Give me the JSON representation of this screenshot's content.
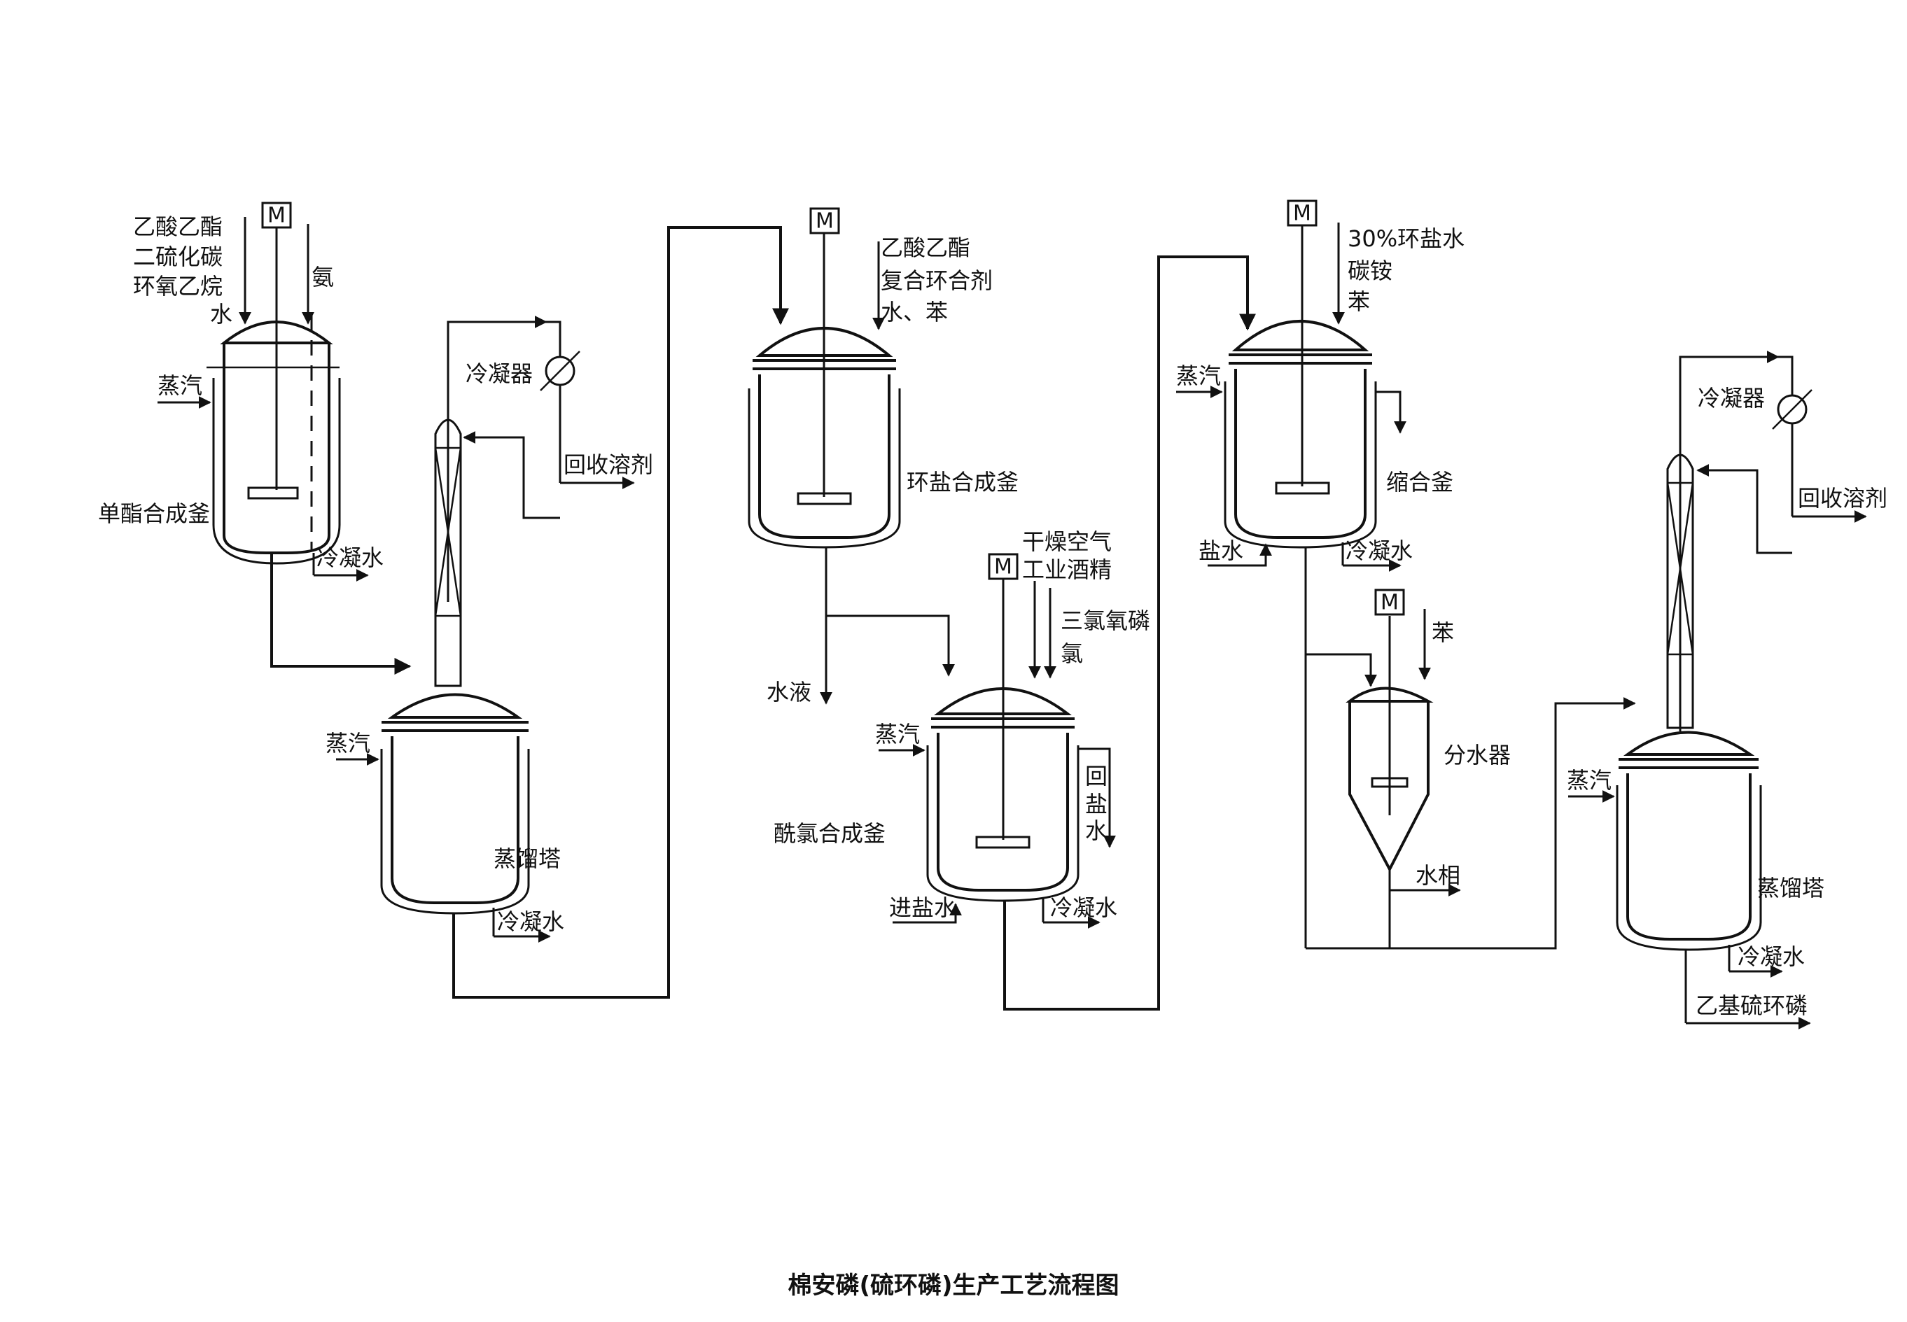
{
  "diagram": {
    "caption": "棉安磷(硫环磷)生产工艺流程图",
    "motor_symbol": "M",
    "labels": {
      "u1_feed_1": "乙酸乙酯",
      "u1_feed_2": "二硫化碳",
      "u1_feed_3": "环氧乙烷",
      "u1_feed_4": "水",
      "u1_feed_5": "氨",
      "u1_steam": "蒸汽",
      "u1_name": "单酯合成釜",
      "u1_cond_water": "冷凝水",
      "c1_condenser": "冷凝器",
      "c1_recover": "回收溶剂",
      "d1_steam": "蒸汽",
      "d1_name": "蒸馏塔",
      "d1_cond_water": "冷凝水",
      "u2_feed_1": "乙酸乙酯",
      "u2_feed_2": "复合环合剂",
      "u2_feed_3": "水、苯",
      "u2_name": "环盐合成釜",
      "u2_water_out": "水液",
      "u3_feed_1": "干燥空气",
      "u3_feed_2": "工业酒精",
      "u3_feed_3": "三氯氧磷",
      "u3_feed_4": "氯",
      "u3_steam": "蒸汽",
      "u3_name": "酰氯合成釜",
      "u3_brine_in": "进盐水",
      "u3_cond_water": "冷凝水",
      "u3_brine_return_1": "回",
      "u3_brine_return_2": "盐",
      "u3_brine_return_3": "水",
      "u4_feed_1": "30%环盐水",
      "u4_feed_2": "碳铵",
      "u4_feed_3": "苯",
      "u4_steam": "蒸汽",
      "u4_name": "缩合釜",
      "u4_brine": "盐水",
      "u4_cond_water": "冷凝水",
      "sep_feed": "苯",
      "sep_name": "分水器",
      "sep_water_phase": "水相",
      "c2_condenser": "冷凝器",
      "c2_recover": "回收溶剂",
      "d2_steam": "蒸汽",
      "d2_name": "蒸馏塔",
      "d2_cond_water": "冷凝水",
      "product": "乙基硫环磷"
    }
  }
}
